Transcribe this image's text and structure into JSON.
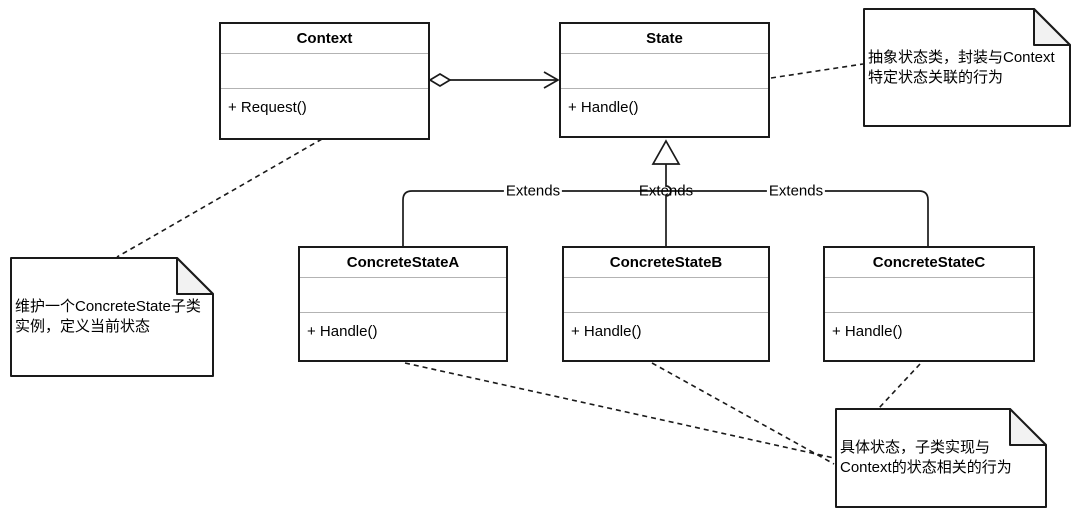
{
  "theme": {
    "canvas-bg": "#ffffff",
    "node-fill": "#ffffff",
    "stroke": "#1a1a1a",
    "divider": "#b3b3b3",
    "fold-fill": "#f2f2f2",
    "text": "#000000"
  },
  "classes": [
    {
      "name": "Context",
      "method": "+ Request()"
    },
    {
      "name": "State",
      "method": "+ Handle()"
    },
    {
      "name": "ConcreteStateA",
      "method": "+ Handle()"
    },
    {
      "name": "ConcreteStateB",
      "method": "+ Handle()"
    },
    {
      "name": "ConcreteStateC",
      "method": "+ Handle()"
    }
  ],
  "edges": {
    "aggregation": {
      "from": "Context",
      "to": "State",
      "style": "open-diamond-to-open-arrow"
    },
    "inheritance": {
      "parent": "State",
      "children": [
        "ConcreteStateA",
        "ConcreteStateB",
        "ConcreteStateC"
      ]
    },
    "extends_labels": [
      "Extends",
      "Extends",
      "Extends"
    ]
  },
  "notes": [
    {
      "attached_to": "State",
      "lines": [
        "抽象状态类，封装与Context",
        "特定状态关联的行为"
      ]
    },
    {
      "attached_to": "Context",
      "lines": [
        "维护一个ConcreteState子类",
        "实例，定义当前状态"
      ]
    },
    {
      "attached_to": "ConcreteStateA,ConcreteStateB,ConcreteStateC",
      "lines": [
        "具体状态，子类实现与",
        "Context的状态相关的行为"
      ]
    }
  ]
}
